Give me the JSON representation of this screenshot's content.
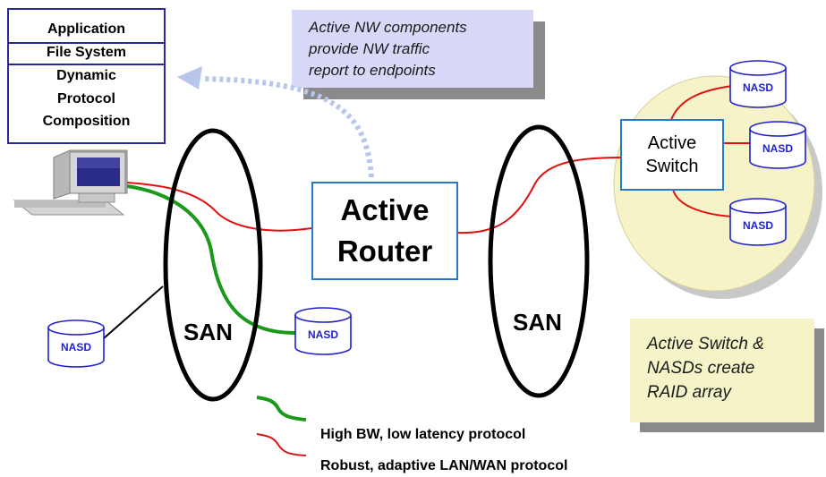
{
  "protocol_stack": {
    "rows": [
      "Application",
      "File System",
      "Dynamic",
      "Protocol",
      "Composition"
    ]
  },
  "callouts": {
    "top": [
      "Active NW components",
      "provide NW traffic",
      "report to endpoints"
    ],
    "right": [
      "Active Switch &",
      "NASDs create",
      "RAID array"
    ]
  },
  "router": {
    "lines": [
      "Active",
      "Router"
    ]
  },
  "switch": {
    "lines": [
      "Active",
      "Switch"
    ]
  },
  "san": {
    "left": "SAN",
    "right": "SAN"
  },
  "nasd_label": "NASD",
  "legend": {
    "green": "High BW, low latency protocol",
    "red": "Robust, adaptive LAN/WAN protocol"
  },
  "colors": {
    "red_line": "#e01010",
    "green_line": "#1a9a1a",
    "box_border": "#2a78c8",
    "stack_border": "#2a2a9a",
    "callout_fill": "#d8d8f8",
    "note_fill": "#f4f4c8",
    "cloud_fill": "#f6f3c8",
    "nasd_blue": "#1f1fd0",
    "dotted_arrow": "#b8c6ee"
  }
}
